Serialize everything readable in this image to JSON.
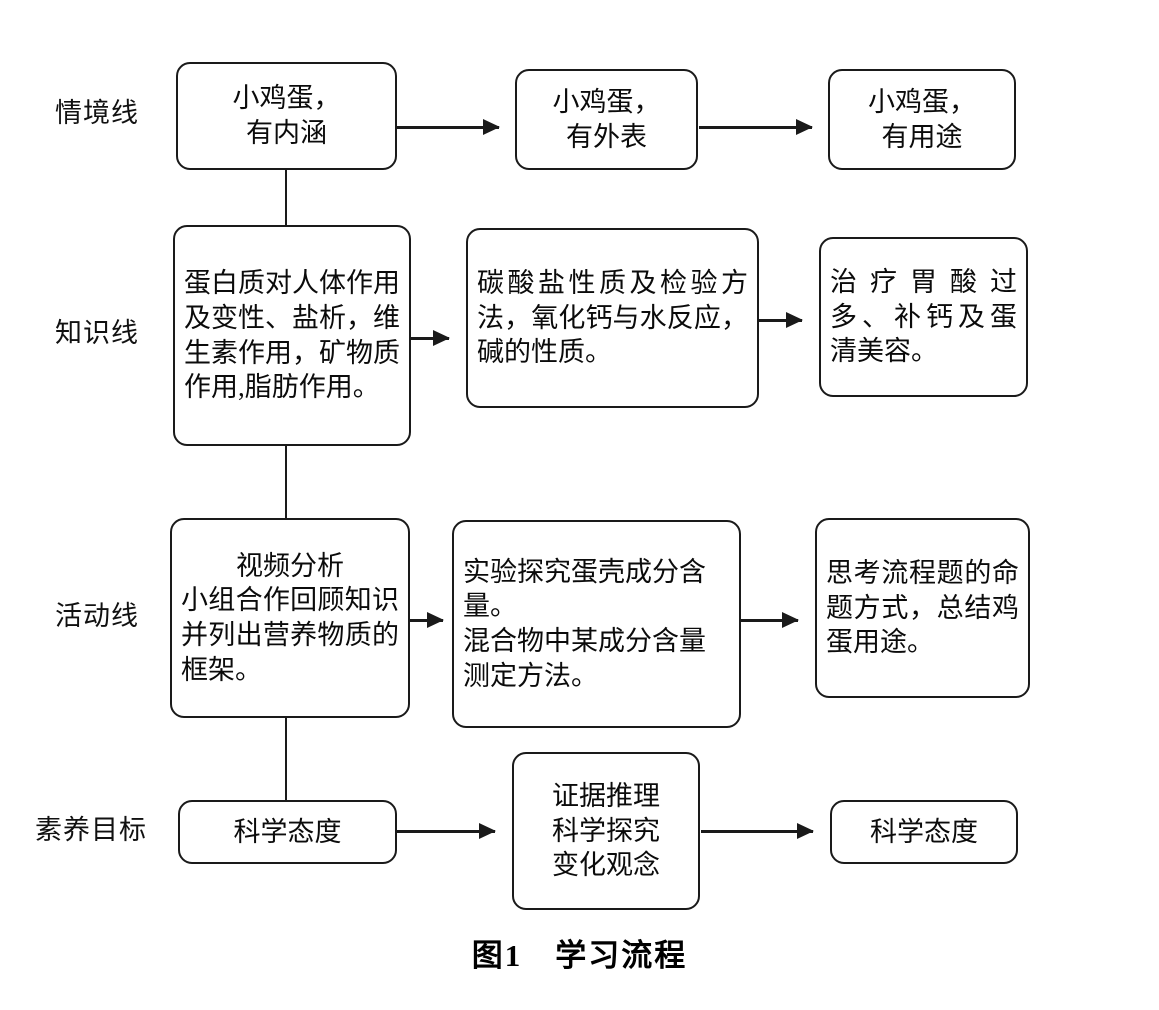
{
  "figure": {
    "caption": "图1　学习流程"
  },
  "rows": [
    {
      "label": "情境线"
    },
    {
      "label": "知识线"
    },
    {
      "label": "活动线"
    },
    {
      "label": "素养目标"
    }
  ],
  "nodes": {
    "situation_1": "小鸡蛋，\n有内涵",
    "situation_2": "小鸡蛋，\n有外表",
    "situation_3": "小鸡蛋，\n有用途",
    "knowledge_1": "蛋白质对人体作用及变性、盐析，维生素作用，矿物质作用,脂肪作用。",
    "knowledge_2": "碳酸盐性质及检验方法，氧化钙与水反应，碱的性质。",
    "knowledge_3": "治疗胃酸过多、补钙及蛋清美容。",
    "activity_1_first": "视频分析",
    "activity_1_rest": "小组合作回顾知识并列出营养物质的框架。",
    "activity_2": "实验探究蛋壳成分含量。\n混合物中某成分含量测定方法。",
    "activity_3": "思考流程题的命题方式，总结鸡蛋用途。",
    "literacy_1": "科学态度",
    "literacy_2": "证据推理\n科学探究\n变化观念",
    "literacy_3": "科学态度"
  },
  "colors": {
    "stroke": "#1a1a1a",
    "text": "#000000",
    "background": "#ffffff"
  }
}
